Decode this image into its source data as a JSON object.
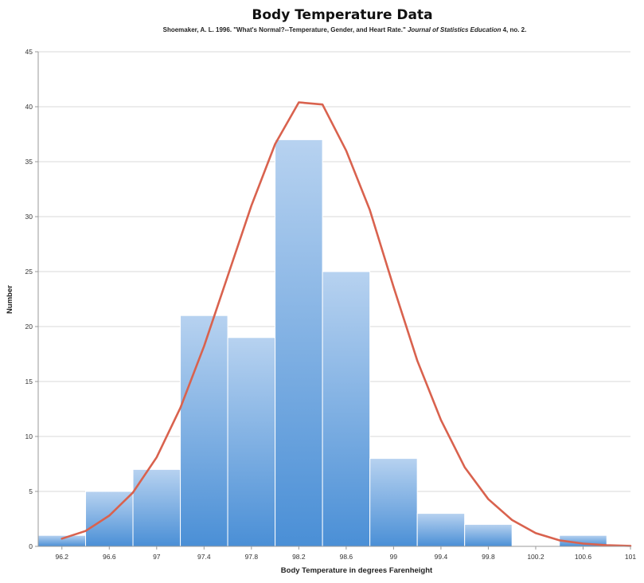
{
  "chart_data": {
    "type": "bar",
    "title": "Body Temperature Data",
    "subtitle_parts": [
      "Shoemaker, A. L. 1996. \"What's Normal?--Temperature, Gender, and Heart Rate.\" ",
      "Journal of Statistics Education",
      " 4, no. 2."
    ],
    "xlabel": "Body Temperature in degrees Farenheight",
    "ylabel": "Number",
    "ylim": [
      0,
      45
    ],
    "yticks": [
      0,
      5,
      10,
      15,
      20,
      25,
      30,
      35,
      40,
      45
    ],
    "xticks": [
      "96.2",
      "96.6",
      "97",
      "97.4",
      "97.8",
      "98.2",
      "98.6",
      "99",
      "99.4",
      "99.8",
      "100.2",
      "100.6",
      "101"
    ],
    "xlim": [
      96.0,
      101.0
    ],
    "bars": [
      {
        "x0": 96.0,
        "x1": 96.4,
        "value": 1
      },
      {
        "x0": 96.4,
        "x1": 96.8,
        "value": 5
      },
      {
        "x0": 96.8,
        "x1": 97.2,
        "value": 7
      },
      {
        "x0": 97.2,
        "x1": 97.6,
        "value": 21
      },
      {
        "x0": 97.6,
        "x1": 98.0,
        "value": 19
      },
      {
        "x0": 98.0,
        "x1": 98.4,
        "value": 37
      },
      {
        "x0": 98.4,
        "x1": 98.8,
        "value": 25
      },
      {
        "x0": 98.8,
        "x1": 99.2,
        "value": 8
      },
      {
        "x0": 99.2,
        "x1": 99.6,
        "value": 3
      },
      {
        "x0": 99.6,
        "x1": 100.0,
        "value": 2
      },
      {
        "x0": 100.0,
        "x1": 100.4,
        "value": 0
      },
      {
        "x0": 100.4,
        "x1": 100.8,
        "value": 1
      }
    ],
    "curve": {
      "type": "normal",
      "x": [
        96.2,
        96.4,
        96.6,
        96.8,
        97.0,
        97.2,
        97.4,
        97.6,
        97.8,
        98.0,
        98.2,
        98.4,
        98.6,
        98.8,
        99.0,
        99.2,
        99.4,
        99.6,
        99.8,
        100.0,
        100.2,
        100.4,
        100.6,
        100.8,
        101.0
      ],
      "y": [
        0.7,
        1.4,
        2.8,
        4.9,
        8.1,
        12.6,
        18.2,
        24.6,
        31.0,
        36.6,
        40.4,
        40.2,
        36.0,
        30.6,
        23.6,
        16.9,
        11.5,
        7.2,
        4.3,
        2.4,
        1.2,
        0.55,
        0.25,
        0.1,
        0.04
      ]
    },
    "colors": {
      "bar_top": "#b7d2f0",
      "bar_bottom": "#4a8fd6",
      "bar_edge": "#ffffff",
      "curve": "#d9624e",
      "grid": "#d9d9d9",
      "axis": "#9a9a9a"
    },
    "grid": true
  }
}
